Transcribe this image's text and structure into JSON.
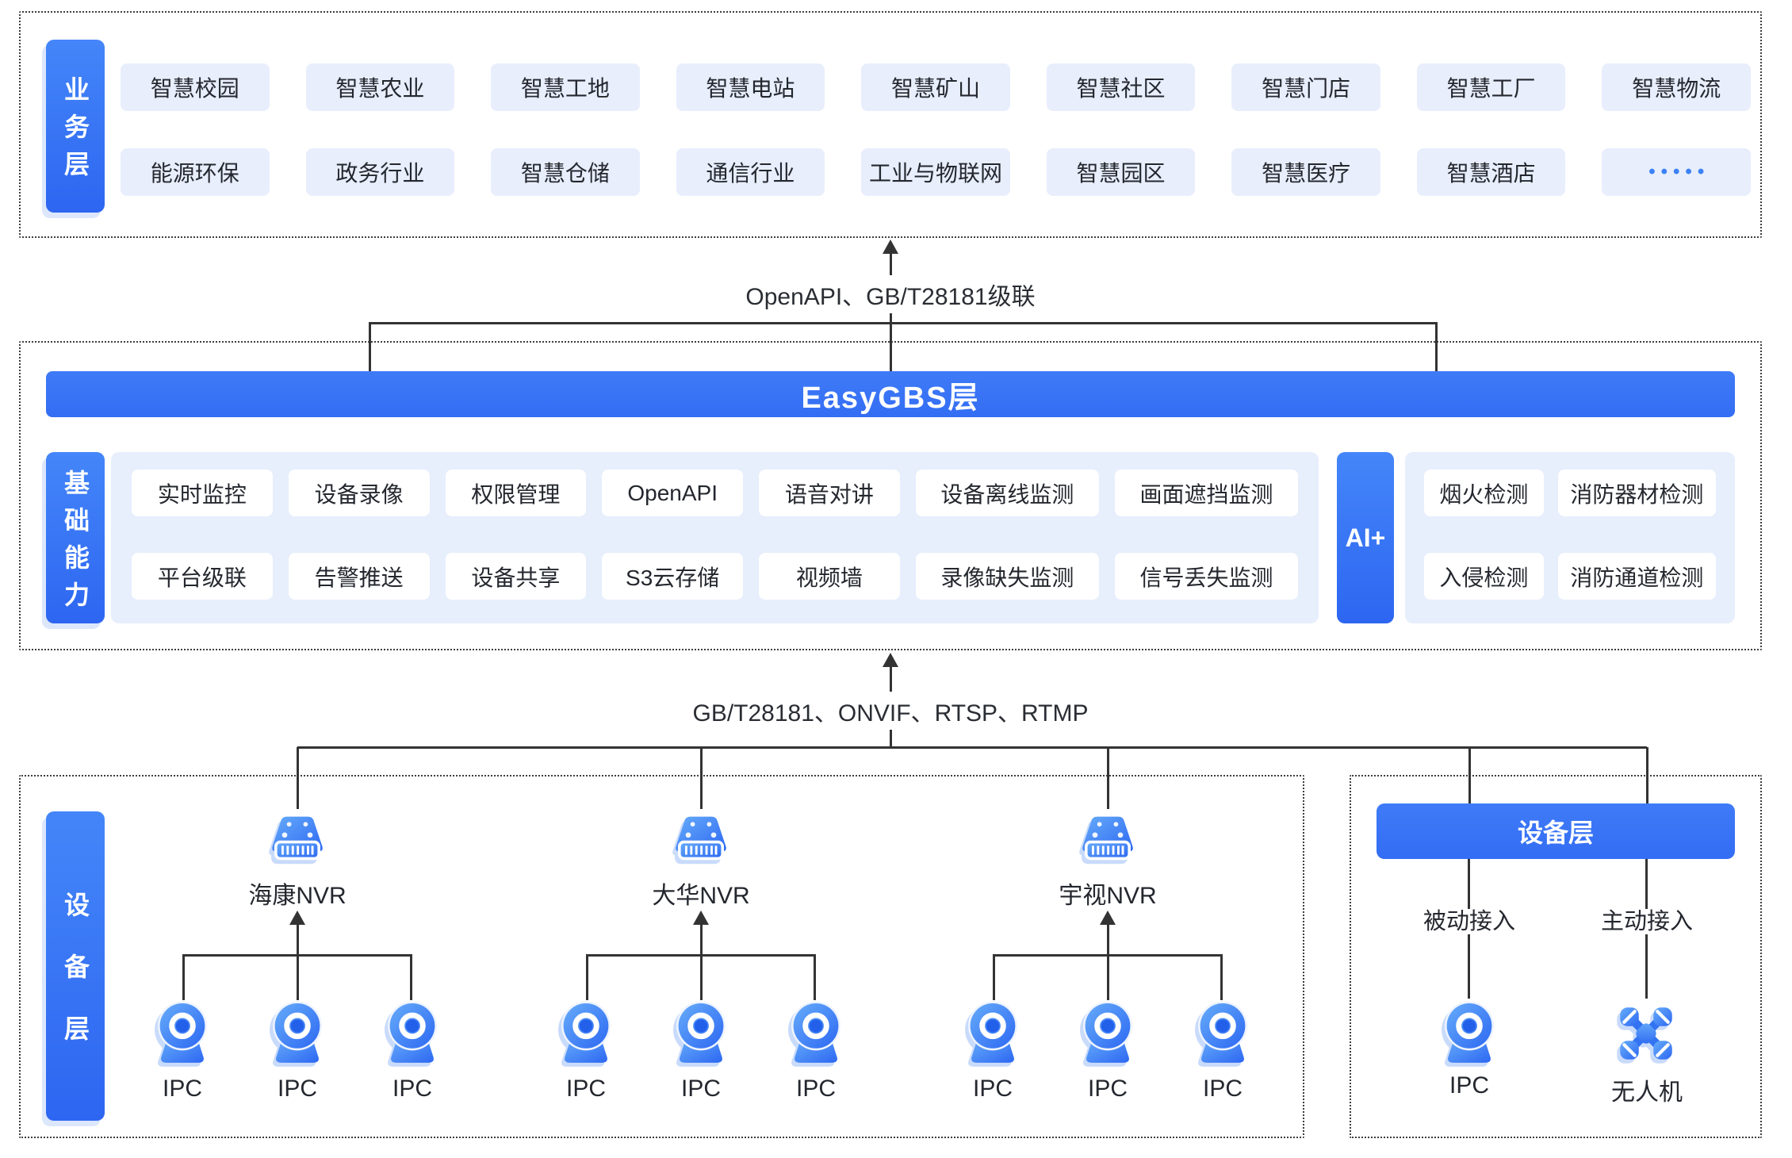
{
  "colors": {
    "primary": "#3A74F6",
    "tile_bg": "#E8EEFC",
    "panel_bg": "#E7EEFC",
    "text": "#24272E",
    "line": "#333333"
  },
  "biz": {
    "layer_label": "业务层",
    "row1": [
      "智慧校园",
      "智慧农业",
      "智慧工地",
      "智慧电站",
      "智慧矿山",
      "智慧社区",
      "智慧门店",
      "智慧工厂",
      "智慧物流"
    ],
    "row2": [
      "能源环保",
      "政务行业",
      "智慧仓储",
      "通信行业",
      "工业与物联网",
      "智慧园区",
      "智慧医疗",
      "智慧酒店"
    ],
    "more": "•••••"
  },
  "conn_top": {
    "label": "OpenAPI、GB/T28181级联"
  },
  "gbs": {
    "title": "EasyGBS层"
  },
  "cap": {
    "layer_label": "基础能力",
    "row1": [
      "实时监控",
      "设备录像",
      "权限管理",
      "OpenAPI",
      "语音对讲",
      "设备离线监测",
      "画面遮挡监测"
    ],
    "row2": [
      "平台级联",
      "告警推送",
      "设备共享",
      "S3云存储",
      "视频墙",
      "录像缺失监测",
      "信号丢失监测"
    ],
    "ai_label": "AI+",
    "ai_row1": [
      "烟火检测",
      "消防器材检测"
    ],
    "ai_row2": [
      "入侵检测",
      "消防通道检测"
    ]
  },
  "conn_bottom": {
    "label": "GB/T28181、ONVIF、RTSP、RTMP"
  },
  "dev": {
    "layer_label": "设备层",
    "groups": [
      {
        "nvr": "海康NVR",
        "ipcs": [
          "IPC",
          "IPC",
          "IPC"
        ]
      },
      {
        "nvr": "大华NVR",
        "ipcs": [
          "IPC",
          "IPC",
          "IPC"
        ]
      },
      {
        "nvr": "宇视NVR",
        "ipcs": [
          "IPC",
          "IPC",
          "IPC"
        ]
      }
    ],
    "right": {
      "title": "设备层",
      "passive": "被动接入",
      "active": "主动接入",
      "ipc": "IPC",
      "drone": "无人机"
    }
  }
}
